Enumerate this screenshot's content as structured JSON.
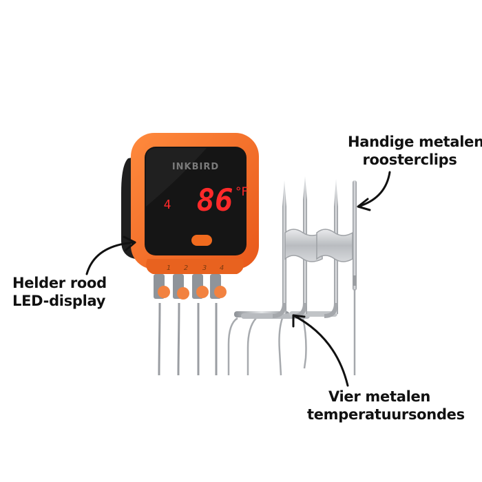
{
  "device": {
    "brand": "INKBIRD",
    "channel": "4",
    "temperature": "86",
    "unit": "°F",
    "port_numbers": [
      "1",
      "2",
      "3",
      "4"
    ]
  },
  "annotations": {
    "display": {
      "line1": "Helder rood",
      "line2": "LED-display"
    },
    "clips": {
      "line1": "Handige metalen",
      "line2": "roosterclips"
    },
    "probes": {
      "line1": "Vier metalen",
      "line2": "temperatuursondes"
    }
  },
  "colors": {
    "housing_orange": "#f26a21",
    "screen_black": "#151515",
    "led_red": "#ff2a2a",
    "metal": "#a9acb0",
    "text": "#111111"
  }
}
